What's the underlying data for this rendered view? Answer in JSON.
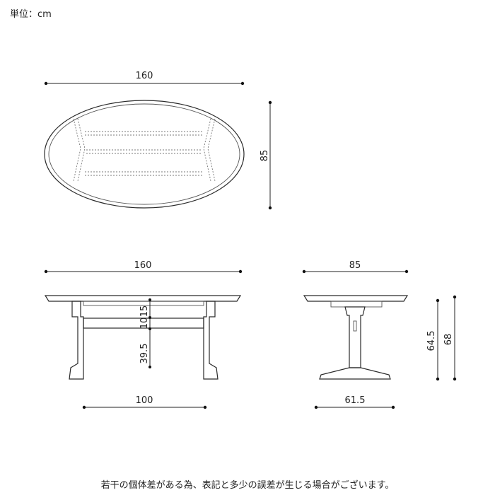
{
  "unit_label": "単位：cm",
  "top_view": {
    "width_label": "160",
    "depth_label": "85"
  },
  "front_view": {
    "width_label": "160",
    "dim_10": "10",
    "dim_15": "15",
    "dim_395": "39.5",
    "foot_width_label": "100"
  },
  "side_view": {
    "width_label": "85",
    "dim_645": "64.5",
    "dim_68": "68",
    "foot_width_label": "61.5"
  },
  "footer_note": "若干の個体差がある為、表記と多少の誤差が生じる場合がございます。"
}
